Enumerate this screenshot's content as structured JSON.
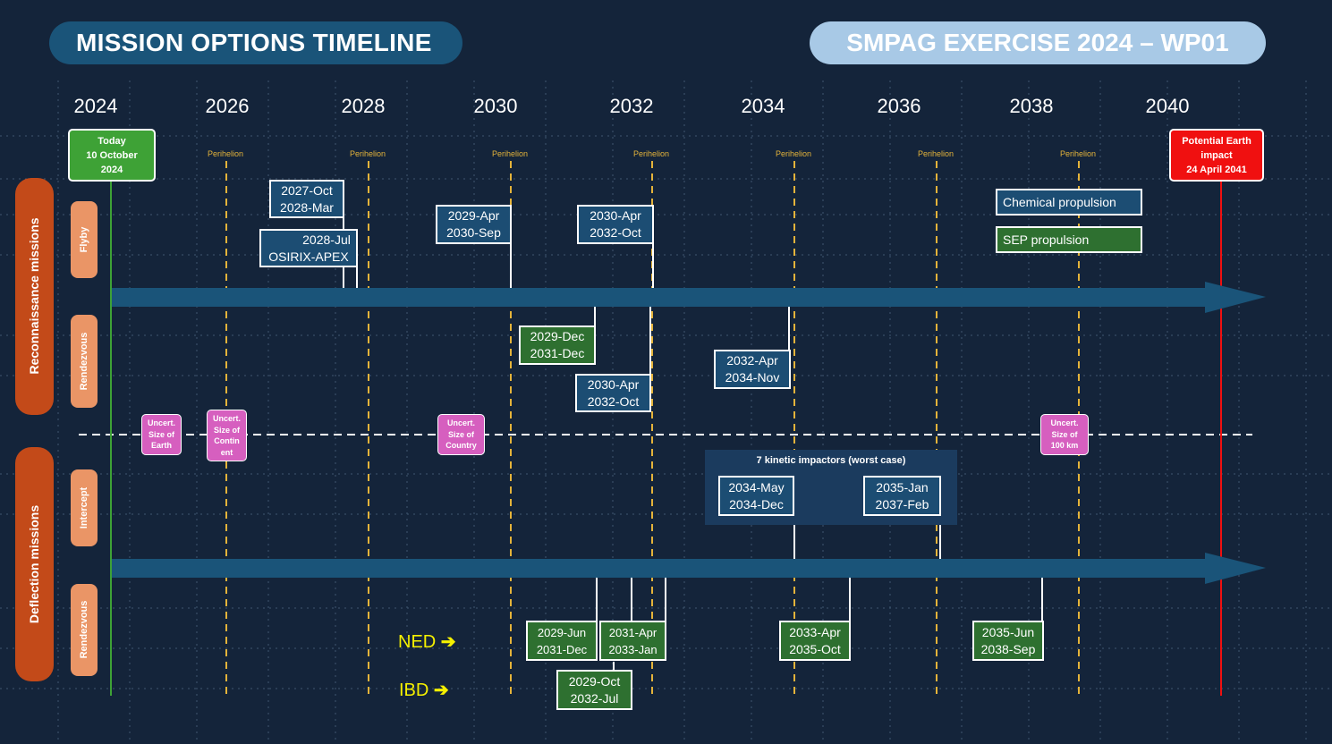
{
  "header": {
    "title": "MISSION OPTIONS TIMELINE",
    "exercise": "SMPAG EXERCISE 2024 – WP01"
  },
  "years": [
    "2024",
    "2026",
    "2028",
    "2030",
    "2032",
    "2034",
    "2036",
    "2038",
    "2040"
  ],
  "perihelion_label": "Perihelion",
  "today": {
    "line1": "Today",
    "line2": "10 October",
    "line3": "2024"
  },
  "impact": {
    "line1": "Potential Earth",
    "line2": "impact",
    "line3": "24 April 2041"
  },
  "sections": {
    "recon": "Reconnaissance missions",
    "deflection": "Deflection missions",
    "flyby": "Flyby",
    "rendezvous_recon": "Rendezvous",
    "intercept": "Intercept",
    "rendezvous_defl": "Rendezvous"
  },
  "legend": {
    "chemical": "Chemical propulsion",
    "sep": "SEP propulsion"
  },
  "flyby": [
    {
      "line1": "2027-Oct",
      "line2": "2028-Mar"
    },
    {
      "line1": "2028-Jul",
      "line2": "OSIRIX-APEX"
    },
    {
      "line1": "2029-Apr",
      "line2": "2030-Sep"
    },
    {
      "line1": "2030-Apr",
      "line2": "2032-Oct"
    }
  ],
  "recon_rendezvous": [
    {
      "line1": "2029-Dec",
      "line2": "2031-Dec"
    },
    {
      "line1": "2030-Apr",
      "line2": "2032-Oct"
    },
    {
      "line1": "2032-Apr",
      "line2": "2034-Nov"
    }
  ],
  "uncertainty": [
    {
      "l1": "Uncert.",
      "l2": "Size of",
      "l3": "Earth"
    },
    {
      "l1": "Uncert.",
      "l2": "Size of",
      "l3": "Contin",
      "l4": "ent"
    },
    {
      "l1": "Uncert.",
      "l2": "Size of",
      "l3": "Country"
    },
    {
      "l1": "Uncert.",
      "l2": "Size of",
      "l3": "100 km"
    }
  ],
  "kinetic": {
    "title": "7 kinetic impactors (worst case)",
    "boxes": [
      {
        "line1": "2034-May",
        "line2": "2034-Dec"
      },
      {
        "line1": "2035-Jan",
        "line2": "2037-Feb"
      }
    ]
  },
  "defl_rendezvous": [
    {
      "line1": "2029-Jun",
      "line2": "2031-Dec"
    },
    {
      "line1": "2031-Apr",
      "line2": "2033-Jan"
    },
    {
      "line1": "2029-Oct",
      "line2": "2032-Jul"
    },
    {
      "line1": "2033-Apr",
      "line2": "2035-Oct"
    },
    {
      "line1": "2035-Jun",
      "line2": "2038-Sep"
    }
  ],
  "markers": {
    "ned": "NED",
    "ibd": "IBD"
  },
  "colors": {
    "background": "#14243a",
    "chemical": "#1c4d73",
    "sep": "#2e7030",
    "today": "#3ea236",
    "impact": "#f01010",
    "perihelion": "#e4b33a",
    "uncertainty": "#d65fbf"
  }
}
